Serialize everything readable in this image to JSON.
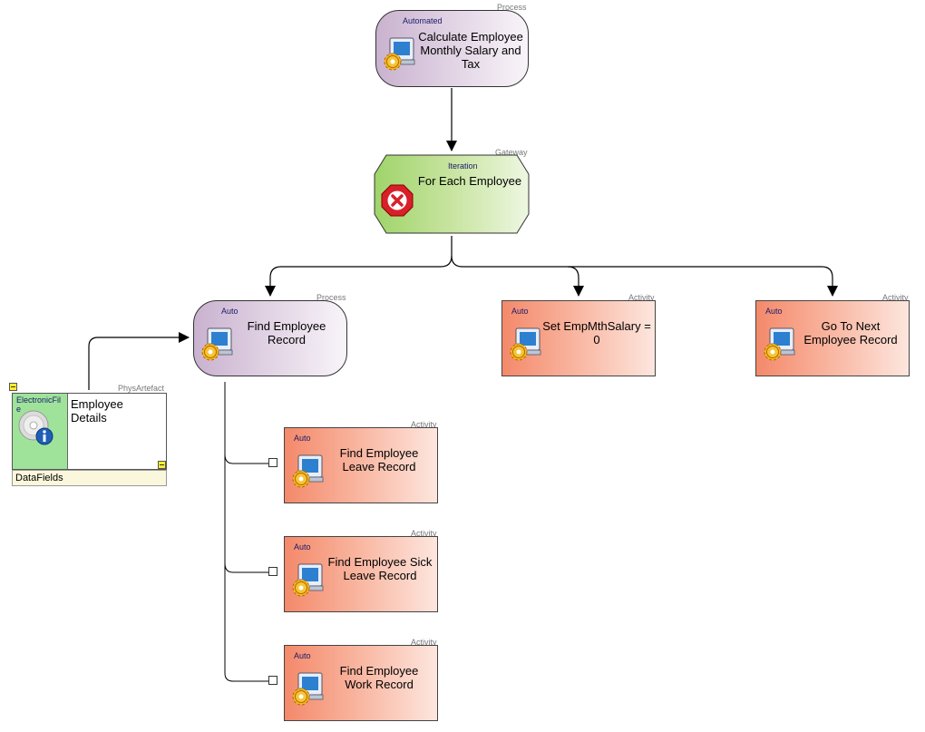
{
  "nodes": {
    "calc": {
      "type_label": "Process",
      "kind": "Automated",
      "title": "Calculate Employee Monthly Salary and Tax"
    },
    "gateway": {
      "type_label": "Gateway",
      "kind": "Iteration",
      "title": "For Each Employee"
    },
    "find_employee": {
      "type_label": "Process",
      "kind": "Auto",
      "title": "Find Employee Record"
    },
    "set_salary": {
      "type_label": "Activity",
      "kind": "Auto",
      "title": "Set EmpMthSalary = 0"
    },
    "go_next": {
      "type_label": "Activity",
      "kind": "Auto",
      "title": "Go To Next Employee Record"
    },
    "leave": {
      "type_label": "Activity",
      "kind": "Auto",
      "title": "Find Employee Leave Record"
    },
    "sick": {
      "type_label": "Activity",
      "kind": "Auto",
      "title": "Find Employee Sick Leave Record"
    },
    "work": {
      "type_label": "Activity",
      "kind": "Auto",
      "title": "Find Employee Work Record"
    }
  },
  "artefact": {
    "type_label": "PhysArtefact",
    "kind": "ElectronicFile",
    "title": "Employee Details",
    "footer": "DataFields"
  },
  "colors": {
    "process": "#dfd0e2",
    "gateway": "#c8e4a0",
    "activity": "#f9b7a2",
    "artefact": "#9fe39a"
  },
  "icons": [
    "computer-gear-icon",
    "error-stop-icon",
    "disc-info-icon",
    "collapse-icon"
  ]
}
